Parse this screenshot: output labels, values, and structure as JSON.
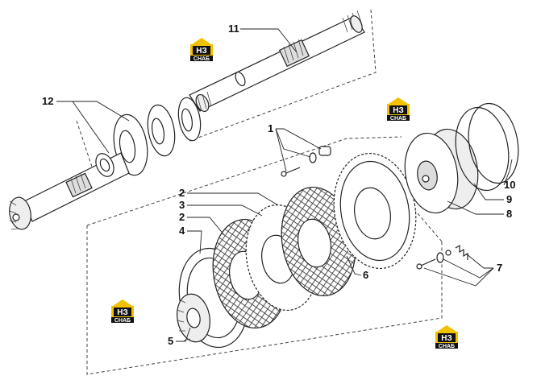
{
  "brand": {
    "logo_main": "НЗ",
    "logo_sub": "СНАБ",
    "accent_color": "#f2c100"
  },
  "callouts": [
    {
      "id": "c1",
      "label": "1"
    },
    {
      "id": "c2a",
      "label": "2"
    },
    {
      "id": "c2b",
      "label": "2"
    },
    {
      "id": "c3",
      "label": "3"
    },
    {
      "id": "c4",
      "label": "4"
    },
    {
      "id": "c5",
      "label": "5"
    },
    {
      "id": "c6",
      "label": "6"
    },
    {
      "id": "c7",
      "label": "7"
    },
    {
      "id": "c8",
      "label": "8"
    },
    {
      "id": "c9",
      "label": "9"
    },
    {
      "id": "c10",
      "label": "10"
    },
    {
      "id": "c11",
      "label": "11"
    },
    {
      "id": "c12",
      "label": "12"
    }
  ]
}
